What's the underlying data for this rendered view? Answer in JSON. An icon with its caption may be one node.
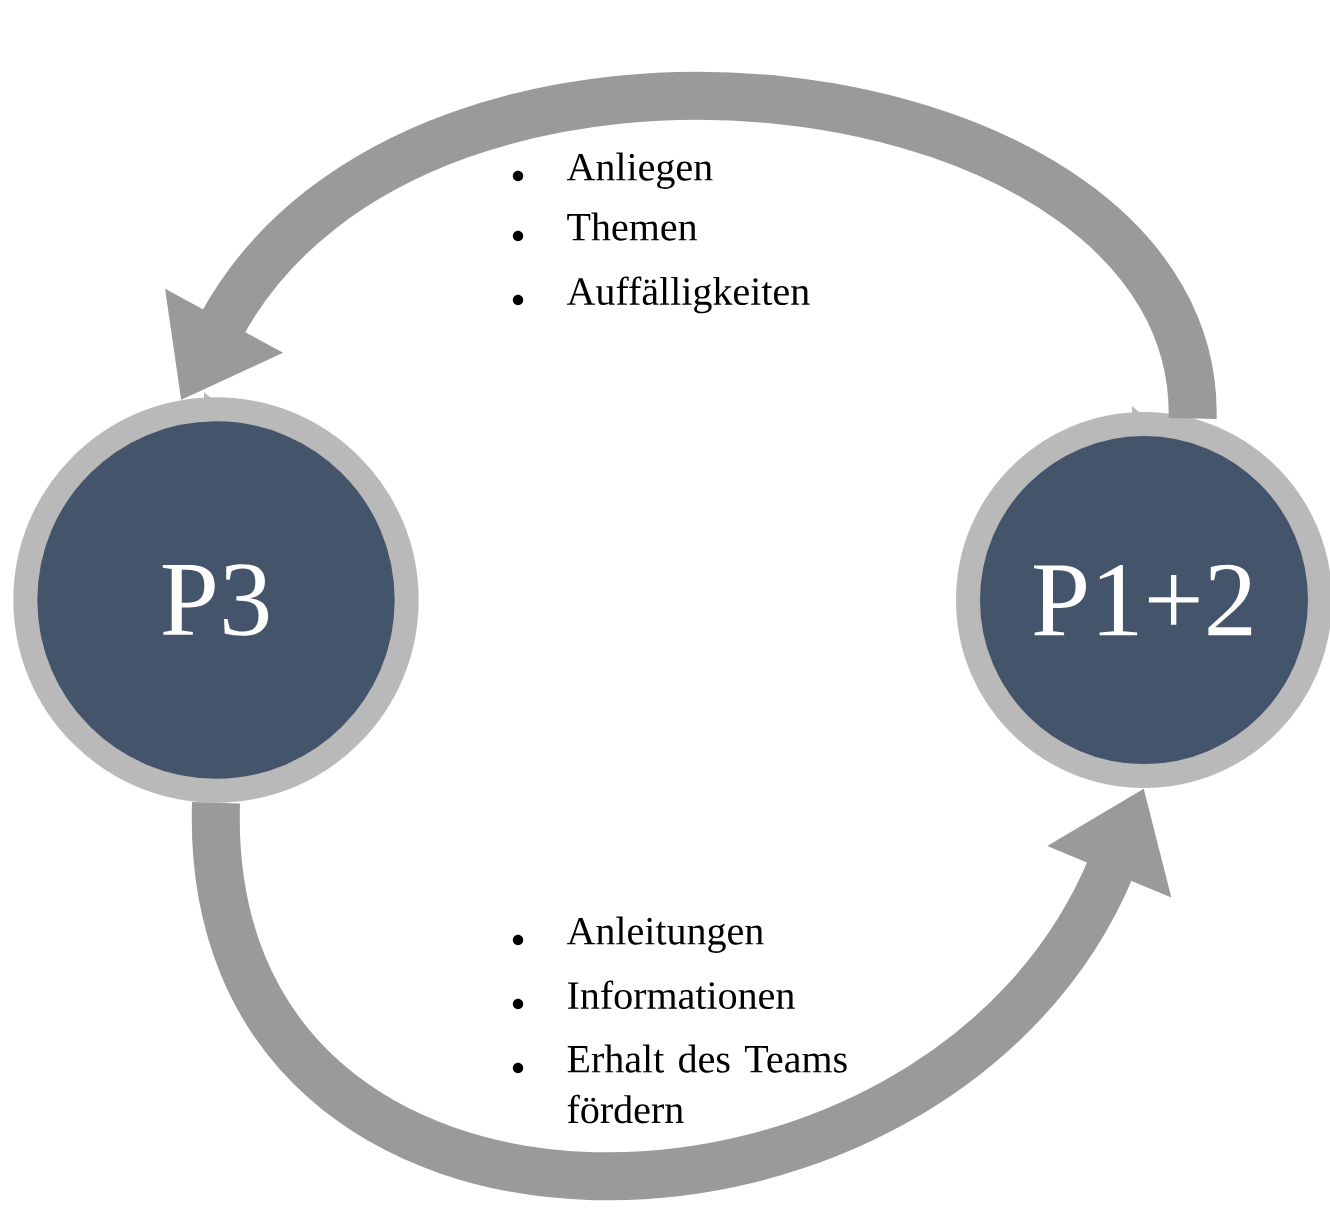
{
  "diagram": {
    "nodes": [
      {
        "text": [
          "P3"
        ]
      },
      {
        "text": [
          "P1+2"
        ]
      }
    ],
    "edges": [
      {
        "from": 1,
        "to": 0,
        "arrow": "to"
      },
      {
        "from": 0,
        "to": 1,
        "arrow": "to"
      }
    ],
    "labels": [
      "Anliegen",
      "Themen",
      "Auffälligkeiten",
      "Anleitungen",
      "Informationen",
      "Erhalt des Teams fördern"
    ]
  }
}
